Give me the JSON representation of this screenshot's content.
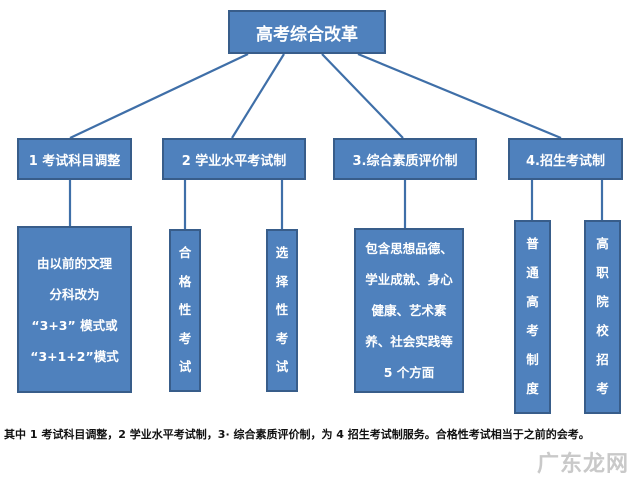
{
  "root": "高考综合改革",
  "categories": [
    "1 考试科目调整",
    "2 学业水平考试制",
    "3.综合素质评价制",
    "4.招生考试制"
  ],
  "details": {
    "d1": [
      "由以前的文理",
      "分科改为",
      "“3+3” 模式或",
      "“3+1+2”模式"
    ],
    "v1": "合格性考试",
    "v2": "选择性考试",
    "d3": [
      "包含思想品德、",
      "学业成就、身心",
      "健康、艺术素",
      "养、社会实践等",
      "5 个方面"
    ],
    "v3": "普通高考制度",
    "v4": "高职院校招考"
  },
  "caption": "其中 1 考试科目调整，2 学业水平考试制，3· 综合素质评价制，为 4 招生考试制服务。合格性考试相当于之前的会考。",
  "watermark": "广东龙网",
  "colors": {
    "box_fill": "#4f81bd",
    "box_border": "#385d8a",
    "line": "#3f6fa8"
  }
}
